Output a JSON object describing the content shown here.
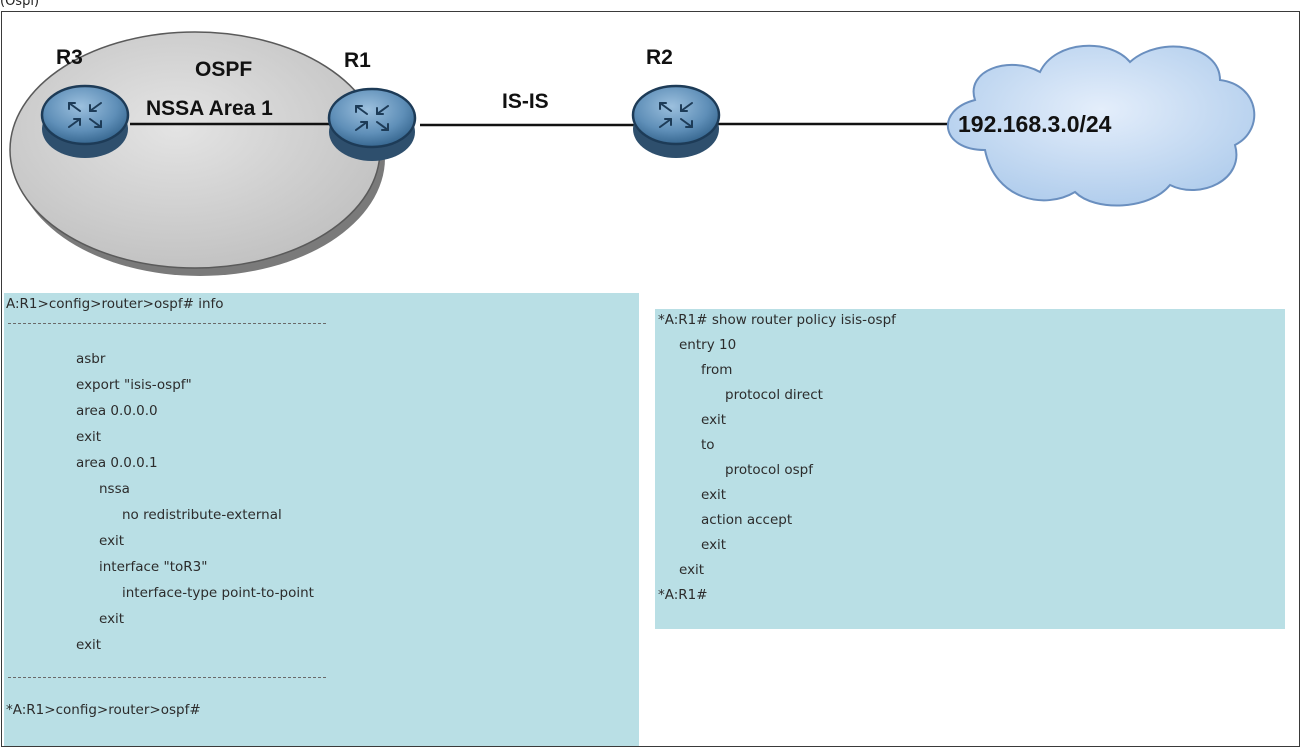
{
  "top_fragment": "(Ospi)",
  "topology": {
    "area_title": "OSPF",
    "area_subtitle": "NSSA Area 1",
    "link_label": "IS-IS",
    "routers": [
      {
        "id": "r3",
        "label": "R3"
      },
      {
        "id": "r1",
        "label": "R1"
      },
      {
        "id": "r2",
        "label": "R2"
      }
    ],
    "network": "192.168.3.0/24"
  },
  "left_config": {
    "prompt": "A:R1>config>router>ospf# info",
    "lines": [
      "asbr",
      "export \"isis-ospf\"",
      "area 0.0.0.0",
      "exit",
      "area 0.0.0.1",
      "nssa",
      "no redistribute-external",
      "exit",
      "interface \"toR3\"",
      "interface-type point-to-point",
      "exit",
      "exit"
    ],
    "end_prompt": "*A:R1>config>router>ospf#"
  },
  "right_config": {
    "prompt": "*A:R1# show router policy isis-ospf",
    "lines": [
      "entry 10",
      "from",
      "protocol direct",
      "exit",
      "to",
      "protocol ospf",
      "exit",
      "action accept",
      "exit",
      "exit"
    ],
    "end_prompt": "*A:R1#"
  },
  "colors": {
    "panel_bg": "#b9dfe5",
    "area_fill": "#cfcfcf",
    "router_fill": "#5f8fb8",
    "cloud_fill": "#c5dcf2"
  }
}
